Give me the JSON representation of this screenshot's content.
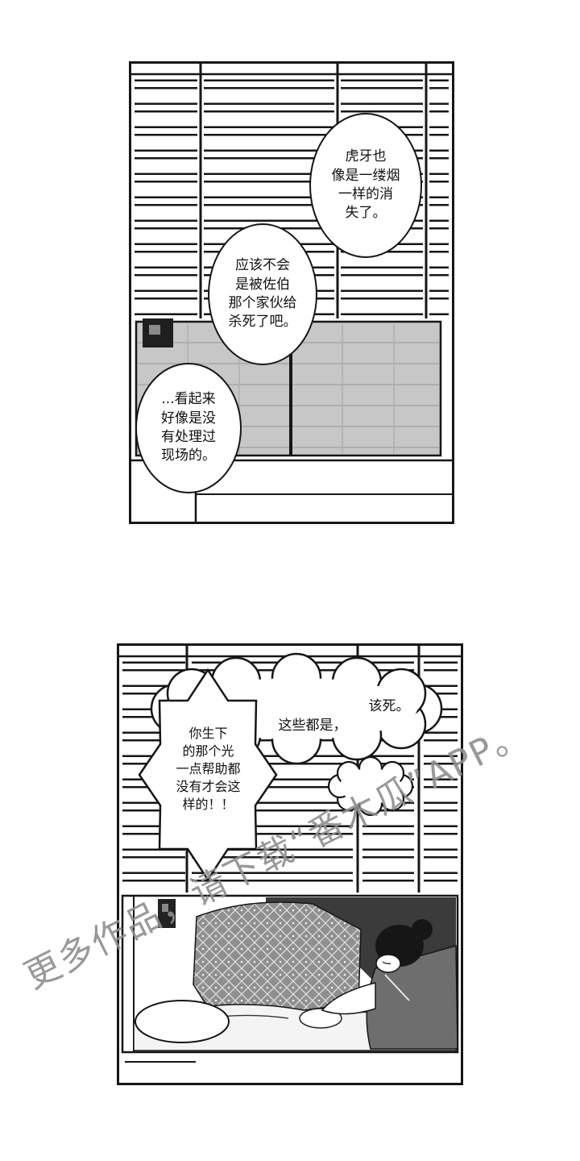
{
  "watermark": {
    "text": "更多作品，请下载“番木瓜”APP。"
  },
  "panel_top": {
    "bubble1": "虎牙也\n像是一缕烟\n一样的消\n失了。",
    "bubble2": "应该不会\n是被佐伯\n那个家伙给\n杀死了吧。",
    "bubble3": "...看起来\n好像是没\n有处理过\n现场的。"
  },
  "panel_bottom": {
    "bubble_damn": "该死。",
    "bubble_these": "这些都是，",
    "bubble_burst": "你生下\n的那个光\n一点帮助都\n没有才会这\n样的！！"
  },
  "colors": {
    "ink": "#161616",
    "window_gray": "#c7c7c7",
    "quilt_gray": "#8f8f8f",
    "backdrop_dark": "#3b3b3b",
    "kimono_gray": "#6e6e6e",
    "watermark_gray": "#8e8e8e"
  }
}
